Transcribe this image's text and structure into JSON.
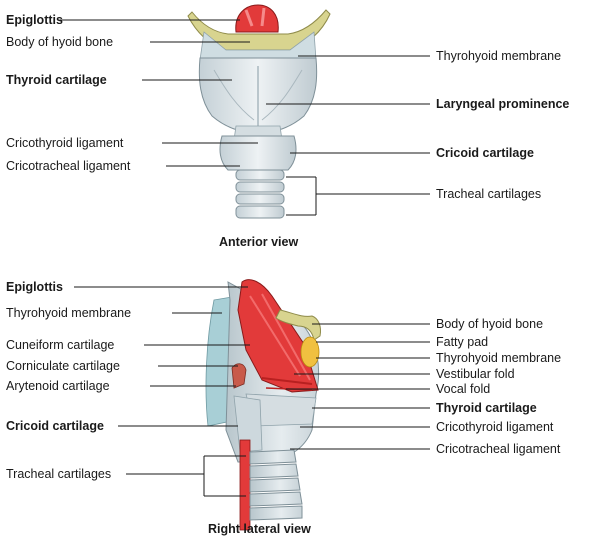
{
  "anterior": {
    "caption": "Anterior view",
    "labels": {
      "epiglottis": "Epiglottis",
      "body_hyoid": "Body of hyoid bone",
      "thyroid_cartilage": "Thyroid cartilage",
      "cricothyroid_ligament": "Cricothyroid ligament",
      "cricotracheal_ligament": "Cricotracheal ligament",
      "thyrohyoid_membrane": "Thyrohyoid membrane",
      "laryngeal_prominence": "Laryngeal prominence",
      "cricoid_cartilage": "Cricoid cartilage",
      "tracheal_cartilages": "Tracheal cartilages"
    }
  },
  "lateral": {
    "caption": "Right lateral view",
    "labels": {
      "epiglottis": "Epiglottis",
      "thyrohyoid_membrane_left": "Thyrohyoid membrane",
      "cuneiform_cartilage": "Cuneiform cartilage",
      "corniculate_cartilage": "Corniculate cartilage",
      "arytenoid_cartilage": "Arytenoid cartilage",
      "cricoid_cartilage": "Cricoid cartilage",
      "tracheal_cartilages": "Tracheal cartilages",
      "body_hyoid": "Body of hyoid bone",
      "fatty_pad": "Fatty pad",
      "thyrohyoid_membrane_right": "Thyrohyoid membrane",
      "vestibular_fold": "Vestibular fold",
      "vocal_fold": "Vocal fold",
      "thyroid_cartilage": "Thyroid cartilage",
      "cricothyroid_ligament": "Cricothyroid ligament",
      "cricotracheal_ligament": "Cricotracheal ligament"
    }
  },
  "colors": {
    "cartilage": "#dfe6ea",
    "cartilage_shade": "#b9c6cd",
    "hyoid": "#d8d48f",
    "epiglottis": "#e23a3a",
    "fatty_pad": "#f0c040",
    "membrane": "#a8cfd6",
    "line": "#1a1a1a"
  }
}
